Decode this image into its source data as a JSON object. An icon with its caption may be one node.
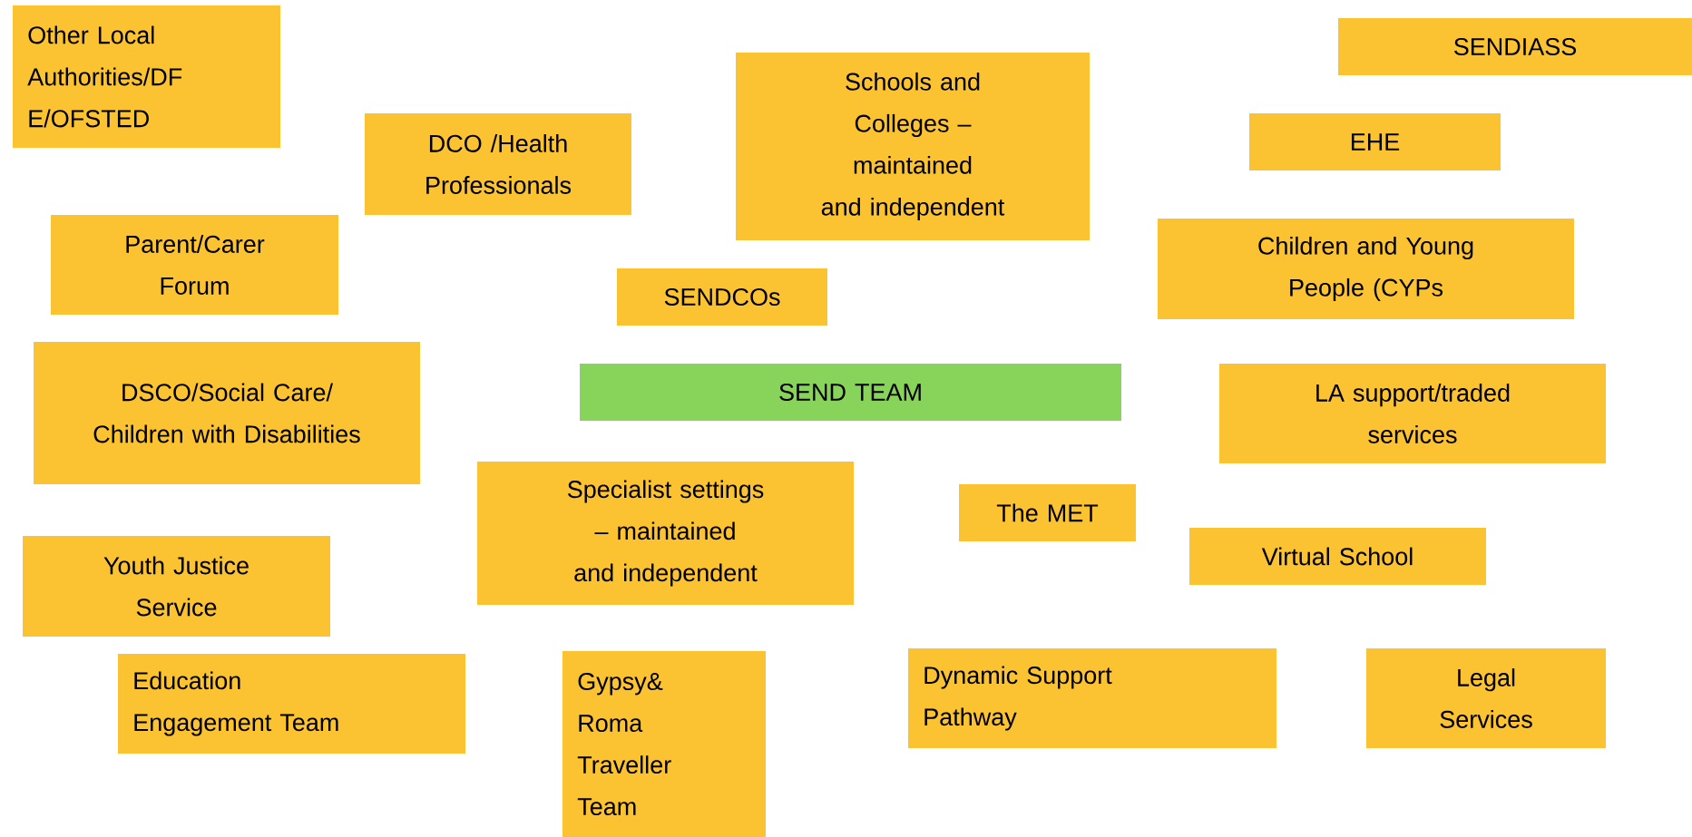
{
  "diagram": {
    "nodes": [
      {
        "text": [
          "Other Local Authorities/DF E/OFSTED"
        ]
      },
      {
        "text": [
          "DCO /Health Professionals"
        ]
      },
      {
        "text": [
          "Schools and Colleges – maintained and independent"
        ]
      },
      {
        "text": [
          "SENDIASS"
        ]
      },
      {
        "text": [
          "EHE"
        ]
      },
      {
        "text": [
          "Parent/Carer Forum"
        ]
      },
      {
        "text": [
          "SENDCOs"
        ]
      },
      {
        "text": [
          "Children and Young People (CYPs"
        ]
      },
      {
        "text": [
          "DSCO/Social Care/ Children with Disabilities"
        ]
      },
      {
        "text": [
          "SEND TEAM"
        ]
      },
      {
        "text": [
          "LA support/traded services"
        ]
      },
      {
        "text": [
          "Specialist settings – maintained and independent"
        ]
      },
      {
        "text": [
          "The MET"
        ]
      },
      {
        "text": [
          "Virtual School"
        ]
      },
      {
        "text": [
          "Youth Justice Service"
        ]
      },
      {
        "text": [
          "Education Engagement Team"
        ]
      },
      {
        "text": [
          "Gypsy& Roma Traveller Team"
        ]
      },
      {
        "text": [
          "Dynamic Support Pathway"
        ]
      },
      {
        "text": [
          "Legal Services"
        ]
      }
    ]
  }
}
